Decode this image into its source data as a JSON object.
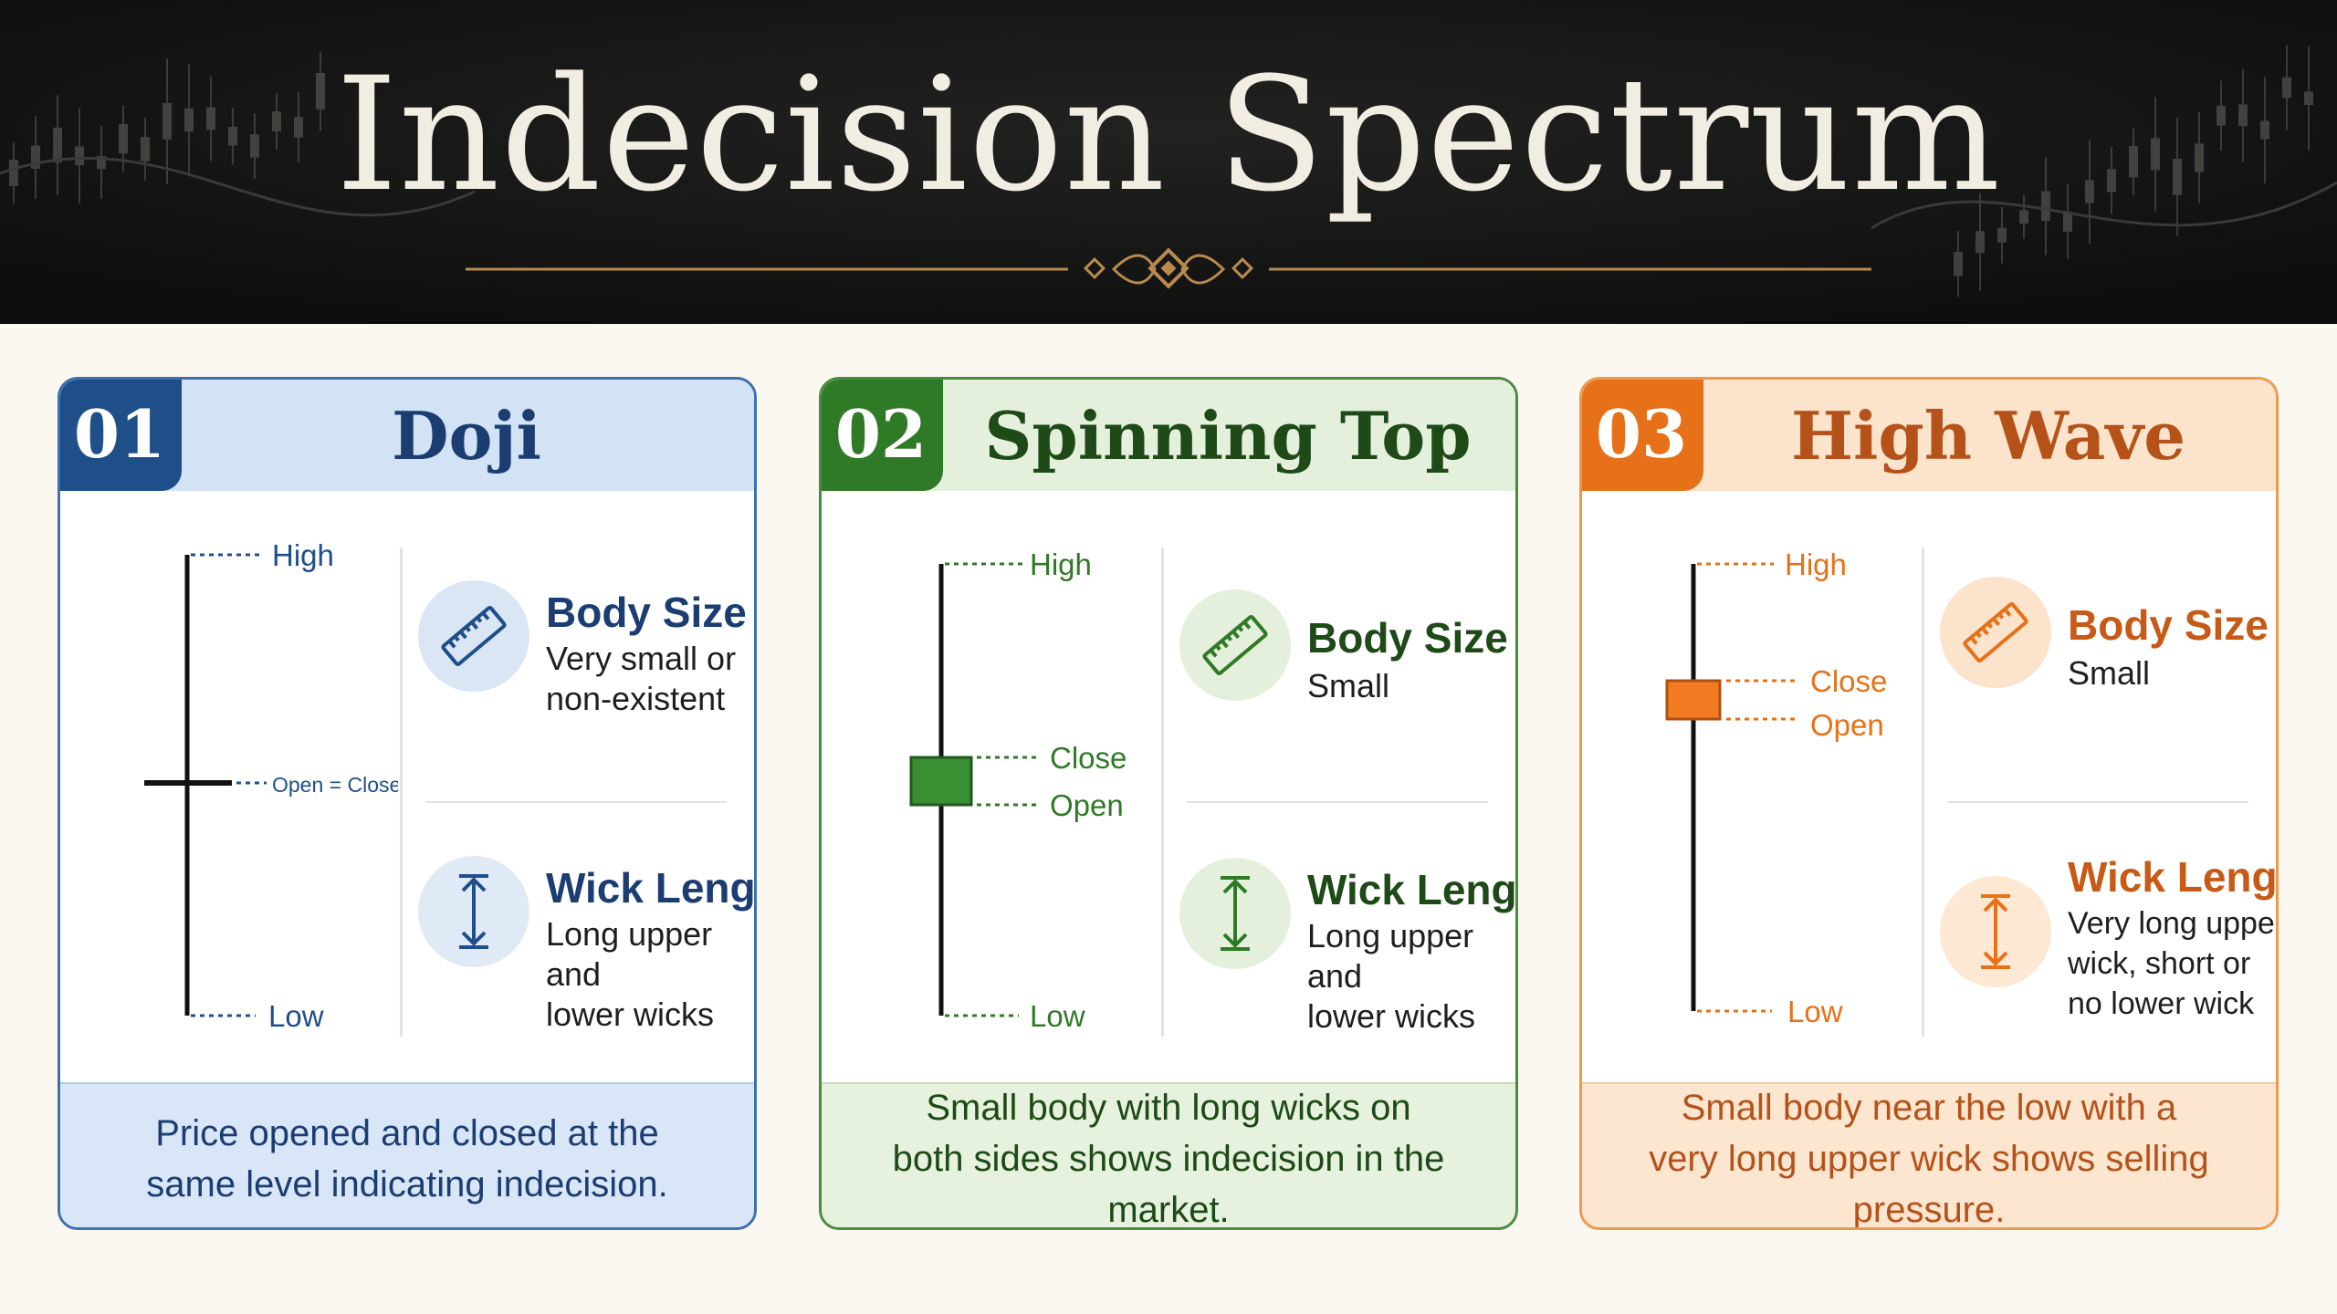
{
  "title": "Indecision Spectrum",
  "colors": {
    "banner": "#151514",
    "gold": "#b88a4e",
    "doji": "#1f4f8a",
    "spinning": "#2f7a26",
    "highwave": "#e67118"
  },
  "cards": [
    {
      "number": "01",
      "name": "Doji",
      "labels": {
        "high": "High",
        "open_close": "Open = Close",
        "low": "Low"
      },
      "body_size": {
        "title": "Body Size",
        "desc": "Very small or\nnon-existent",
        "icon": "ruler-icon"
      },
      "wick_length": {
        "title": "Wick Length",
        "desc": "Long upper and\nlower wicks",
        "icon": "vertical-arrow-icon"
      },
      "footer": "Price opened and closed at the same level indicating indecision."
    },
    {
      "number": "02",
      "name": "Spinning Top",
      "labels": {
        "high": "High",
        "close": "Close",
        "open": "Open",
        "low": "Low"
      },
      "body_size": {
        "title": "Body Size",
        "desc": "Small",
        "icon": "ruler-icon"
      },
      "wick_length": {
        "title": "Wick Length",
        "desc": "Long upper and\nlower wicks",
        "icon": "vertical-arrow-icon"
      },
      "footer": "Small body with long wicks on both sides shows indecision in the market."
    },
    {
      "number": "03",
      "name": "High Wave",
      "labels": {
        "high": "High",
        "close": "Close",
        "open": "Open",
        "low": "Low"
      },
      "body_size": {
        "title": "Body Size",
        "desc": "Small",
        "icon": "ruler-icon"
      },
      "wick_length": {
        "title": "Wick Length",
        "desc": "Very long upper\nwick, short or\nno lower wick",
        "icon": "vertical-arrow-icon"
      },
      "footer": "Small body near the low with a very long upper wick shows selling pressure."
    }
  ]
}
